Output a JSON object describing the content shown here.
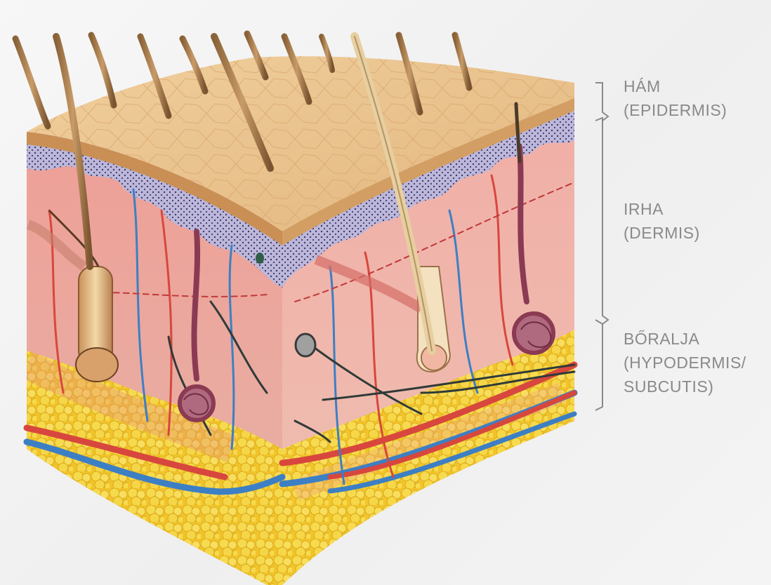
{
  "layers": [
    {
      "id": "epidermis",
      "name": "HÁM",
      "latin": "(EPIDERMIS)"
    },
    {
      "id": "dermis",
      "name": "IRHA",
      "latin": "(DERMIS)"
    },
    {
      "id": "hypodermis",
      "name": "BŐRALJA",
      "latin_line1": "(HYPODERMIS/",
      "latin_line2": "SUBCUTIS)"
    }
  ],
  "colors": {
    "skin_surface": "#ebc48f",
    "epidermis_band": "#b9b3d6",
    "dermis": "#eda7a0",
    "fat": "#f4d030",
    "artery": "#d8473d",
    "vein": "#3d7fc4",
    "nerve": "#2f3b38",
    "hair": "#b08657",
    "label_text": "#8a8a8a"
  }
}
